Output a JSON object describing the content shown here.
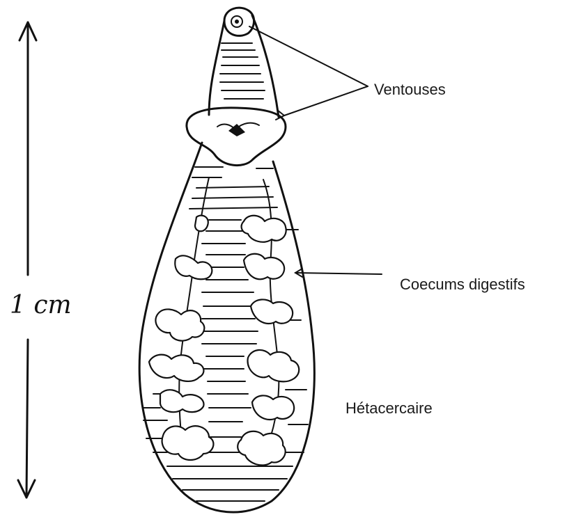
{
  "labels": {
    "suckers": "Ventouses",
    "digestive_caeca": "Coecums digestifs",
    "stage_name": "Hétacercaire"
  },
  "scale": {
    "label": "1 cm"
  },
  "colors": {
    "ink": "#111111",
    "background": "#ffffff"
  }
}
